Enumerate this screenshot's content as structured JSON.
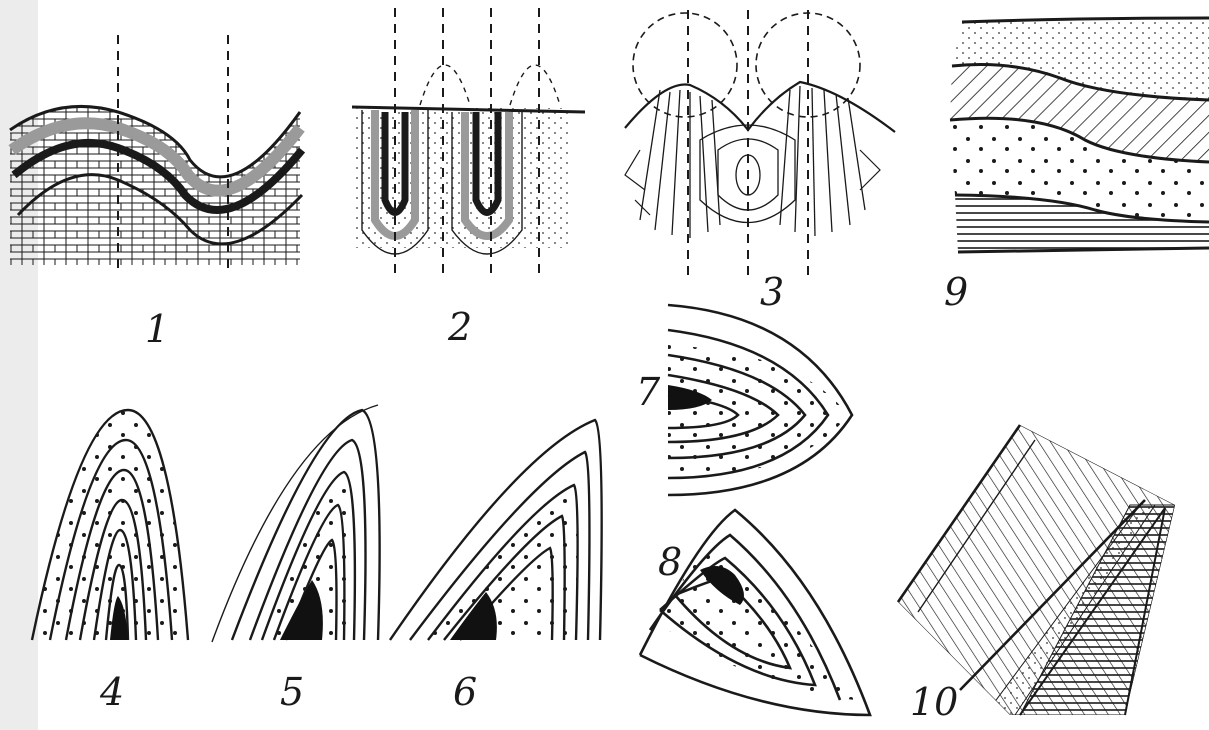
{
  "figure": {
    "panels": [
      {
        "id": "1",
        "label": "1"
      },
      {
        "id": "2",
        "label": "2"
      },
      {
        "id": "3",
        "label": "3"
      },
      {
        "id": "4",
        "label": "4"
      },
      {
        "id": "5",
        "label": "5"
      },
      {
        "id": "6",
        "label": "6"
      },
      {
        "id": "7",
        "label": "7"
      },
      {
        "id": "8",
        "label": "8"
      },
      {
        "id": "9",
        "label": "9"
      },
      {
        "id": "10",
        "label": "10"
      }
    ]
  },
  "colors": {
    "ink": "#1a1a1a",
    "paper": "#ffffff",
    "scan_shadow": "#e9e9e9"
  }
}
